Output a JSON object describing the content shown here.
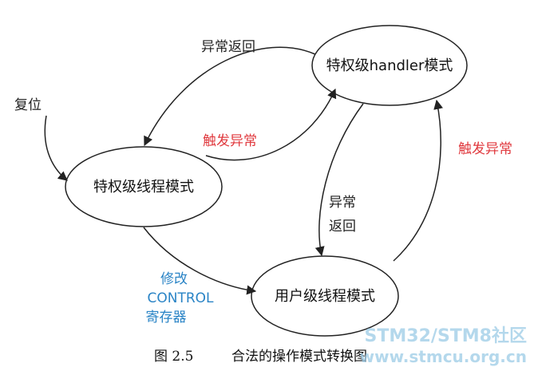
{
  "nodes": {
    "handler": "特权级handler模式",
    "priv_thread": "特权级线程模式",
    "user_thread": "用户级线程模式"
  },
  "edges": {
    "exception_return_top": "异常返回",
    "reset": "复位",
    "trigger_exception_mid": "触发异常",
    "exception_return_right": [
      "异常",
      "返回"
    ],
    "trigger_exception_right": "触发异常",
    "modify_control": [
      "修改",
      "CONTROL",
      "寄存器"
    ]
  },
  "caption": {
    "figure_no": "图 2.5",
    "title": "合法的操作模式转换图"
  },
  "watermark": {
    "line1": "STM32/STM8社区",
    "line2": "www.stmcu.org.cn"
  },
  "colors": {
    "trigger": "#e0393e",
    "control": "#2a84c6",
    "watermark": "#9ccbe6"
  }
}
